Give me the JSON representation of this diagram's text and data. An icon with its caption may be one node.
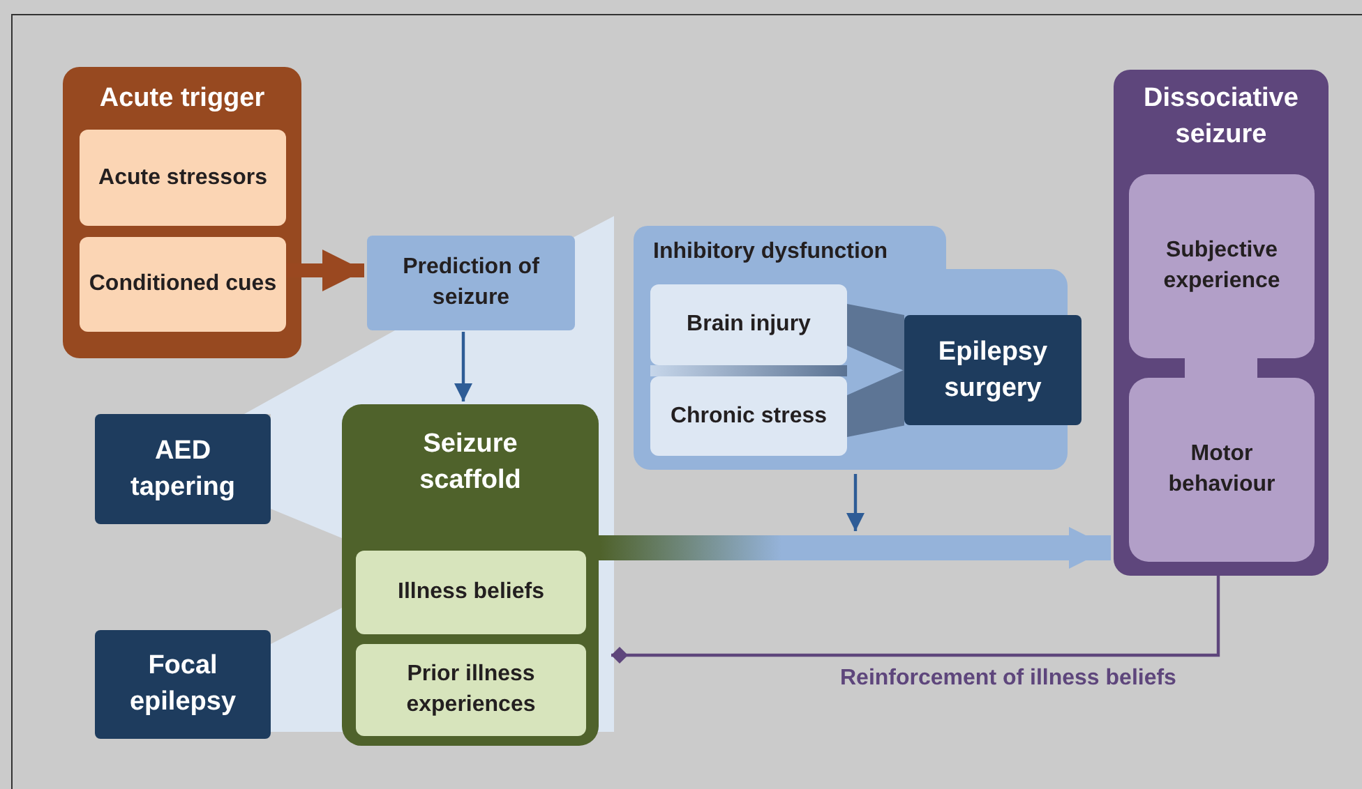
{
  "diagram": {
    "nodes": [
      {
        "text": [
          "Acute trigger"
        ]
      },
      {
        "text": [
          "Acute stressors"
        ],
        "in": 0
      },
      {
        "text": [
          "Conditioned cues"
        ],
        "in": 0
      },
      {
        "text": [
          "Prediction of seizure"
        ]
      },
      {
        "text": [
          "AED tapering"
        ]
      },
      {
        "text": [
          "Focal epilepsy"
        ]
      },
      {
        "text": [
          "Seizure scaffold"
        ]
      },
      {
        "text": [
          "Illness beliefs"
        ],
        "in": 6
      },
      {
        "text": [
          "Prior illness experiences"
        ],
        "in": 6
      },
      {
        "text": [
          "Inhibitory dysfunction"
        ]
      },
      {
        "text": [
          "Brain injury"
        ],
        "in": 9
      },
      {
        "text": [
          "Chronic stress"
        ],
        "in": 9
      },
      {
        "text": [
          "Epilepsy surgery"
        ],
        "in": 9
      },
      {
        "text": [
          "Dissociative seizure"
        ]
      },
      {
        "text": [
          "Subjective experience"
        ],
        "in": 13
      },
      {
        "text": [
          "Motor behaviour"
        ],
        "in": 13
      }
    ],
    "edges": [
      {
        "from": 2,
        "to": 3,
        "arrow": "to",
        "style": "thick",
        "color": "#9a4820"
      },
      {
        "from": 3,
        "to": 6,
        "arrow": "to"
      },
      {
        "from": 9,
        "to": null,
        "arrow": "to"
      },
      {
        "from": 6,
        "to": 13,
        "arrow": "to",
        "style": "thick",
        "color": "#95b3da"
      },
      {
        "from": 13,
        "to": 6,
        "arrow": "other",
        "label": "Reinforcement of illness beliefs",
        "color": "#5e467c"
      },
      {
        "from": 10,
        "to": 12,
        "arrow": "none",
        "style": "thick",
        "color": "#5d7595"
      },
      {
        "from": 11,
        "to": 12,
        "arrow": "none",
        "style": "thick",
        "color": "#5d7595"
      }
    ]
  }
}
